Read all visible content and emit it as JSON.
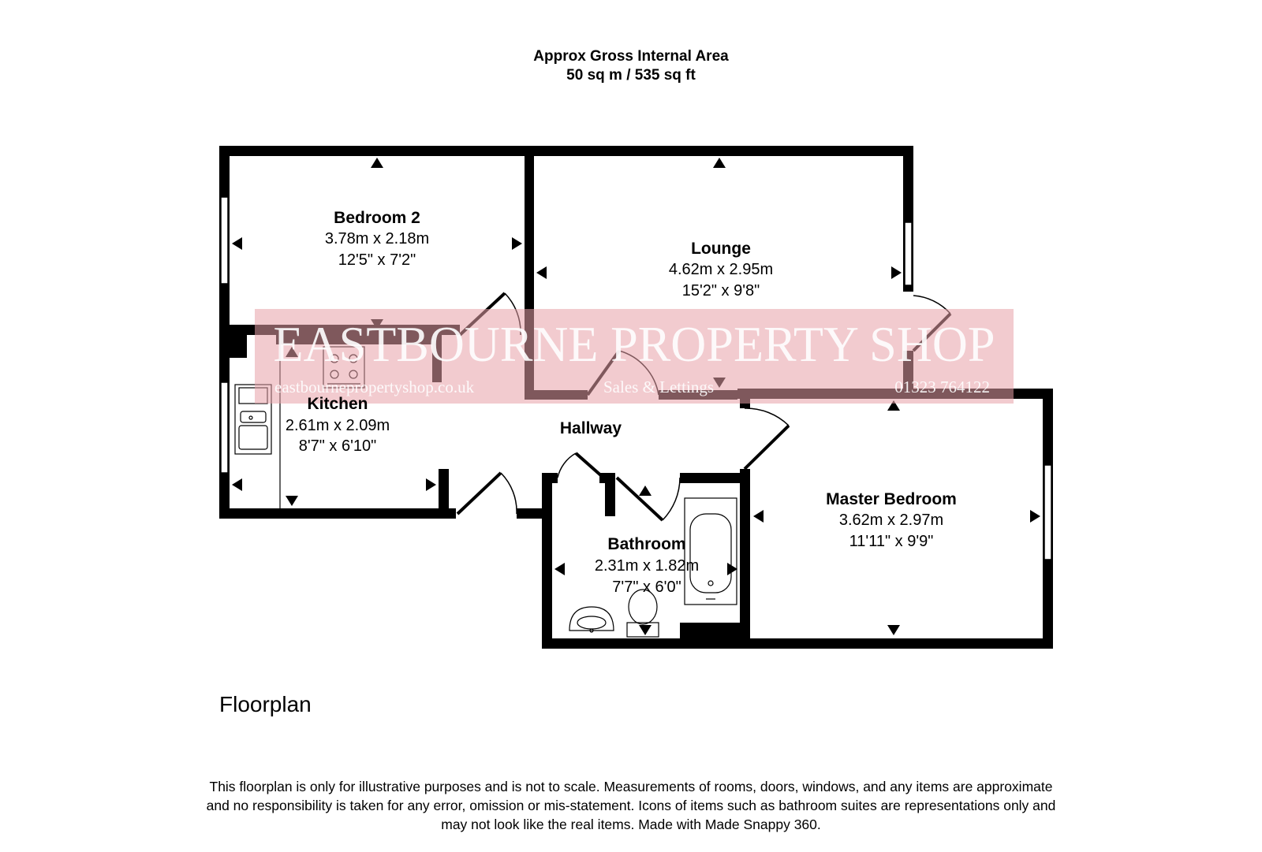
{
  "header": {
    "line1": "Approx Gross Internal Area",
    "line2": "50 sq m / 535 sq ft"
  },
  "rooms": [
    {
      "name": "Bedroom 2",
      "metric": "3.78m x 2.18m",
      "imperial": "12'5\" x 7'2\""
    },
    {
      "name": "Lounge",
      "metric": "4.62m x 2.95m",
      "imperial": "15'2\" x 9'8\""
    },
    {
      "name": "Kitchen",
      "metric": "2.61m x 2.09m",
      "imperial": "8'7\" x 6'10\""
    },
    {
      "name": "Hallway"
    },
    {
      "name": "Master Bedroom",
      "metric": "3.62m x 2.97m",
      "imperial": "11'11\" x 9'9\""
    },
    {
      "name": "Bathroom",
      "metric": "2.31m x 1.82m",
      "imperial": "7'7\" x 6'0\""
    }
  ],
  "watermark": {
    "brand": "EASTBOURNE PROPERTY SHOP",
    "website": "eastbournepropertyshop.co.uk",
    "tagline": "Sales & Lettings",
    "phone": "01323 764122",
    "color": "#e8a0a8"
  },
  "footer": {
    "title": "Floorplan",
    "disclaimer_lines": [
      "This floorplan is only for illustrative purposes and is not to scale. Measurements of rooms, doors, windows, and any items are approximate",
      "and no responsibility is taken for any error, omission or mis-statement. Icons of items such as bathroom suites are representations only and",
      "may not look like the real items. Made with Made Snappy 360."
    ]
  },
  "colors": {
    "wall": "#000000",
    "background": "#ffffff"
  }
}
